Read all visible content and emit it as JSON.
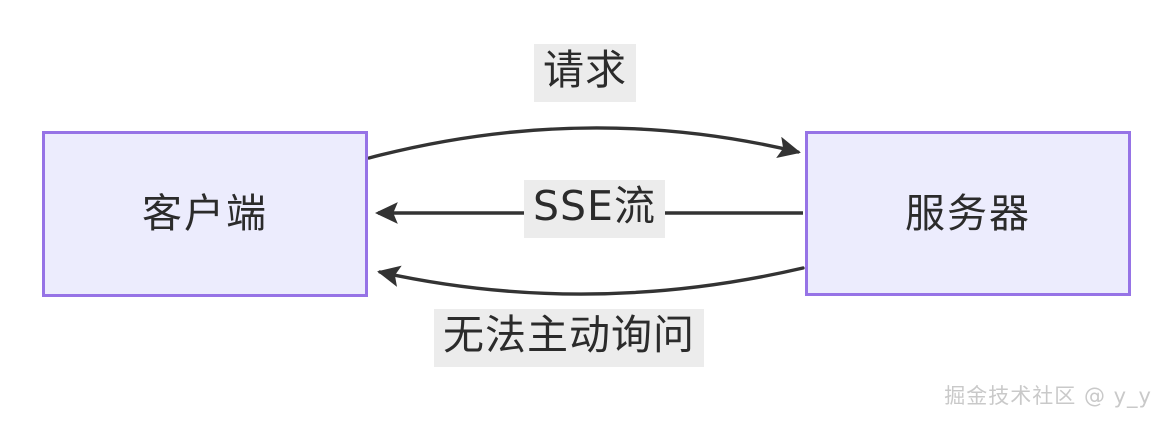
{
  "diagram": {
    "type": "sequence-style-communication-diagram",
    "background_color": "#ffffff",
    "nodes": [
      {
        "id": "client",
        "label": "客户端",
        "fill_color": "#ececfd",
        "border_color": "#9673e6"
      },
      {
        "id": "server",
        "label": "服务器",
        "fill_color": "#ececfd",
        "border_color": "#9673e6"
      }
    ],
    "edges": [
      {
        "id": "request",
        "label": "请求",
        "from": "client",
        "to": "server",
        "direction": "client-to-server",
        "style": "curved-arc-up",
        "stroke_color": "#333333",
        "label_background": "#ececec"
      },
      {
        "id": "sse-stream",
        "label": "SSE流",
        "from": "server",
        "to": "client",
        "direction": "server-to-client",
        "style": "straight",
        "stroke_color": "#333333",
        "label_background": "#ececec"
      },
      {
        "id": "no-active-poll",
        "label": "无法主动询问",
        "from": "server",
        "to": "client",
        "direction": "server-to-client",
        "style": "curved-arc-down",
        "stroke_color": "#333333",
        "label_background": "#ececec"
      }
    ],
    "watermark": "掘金技术社区 @ y_y"
  }
}
